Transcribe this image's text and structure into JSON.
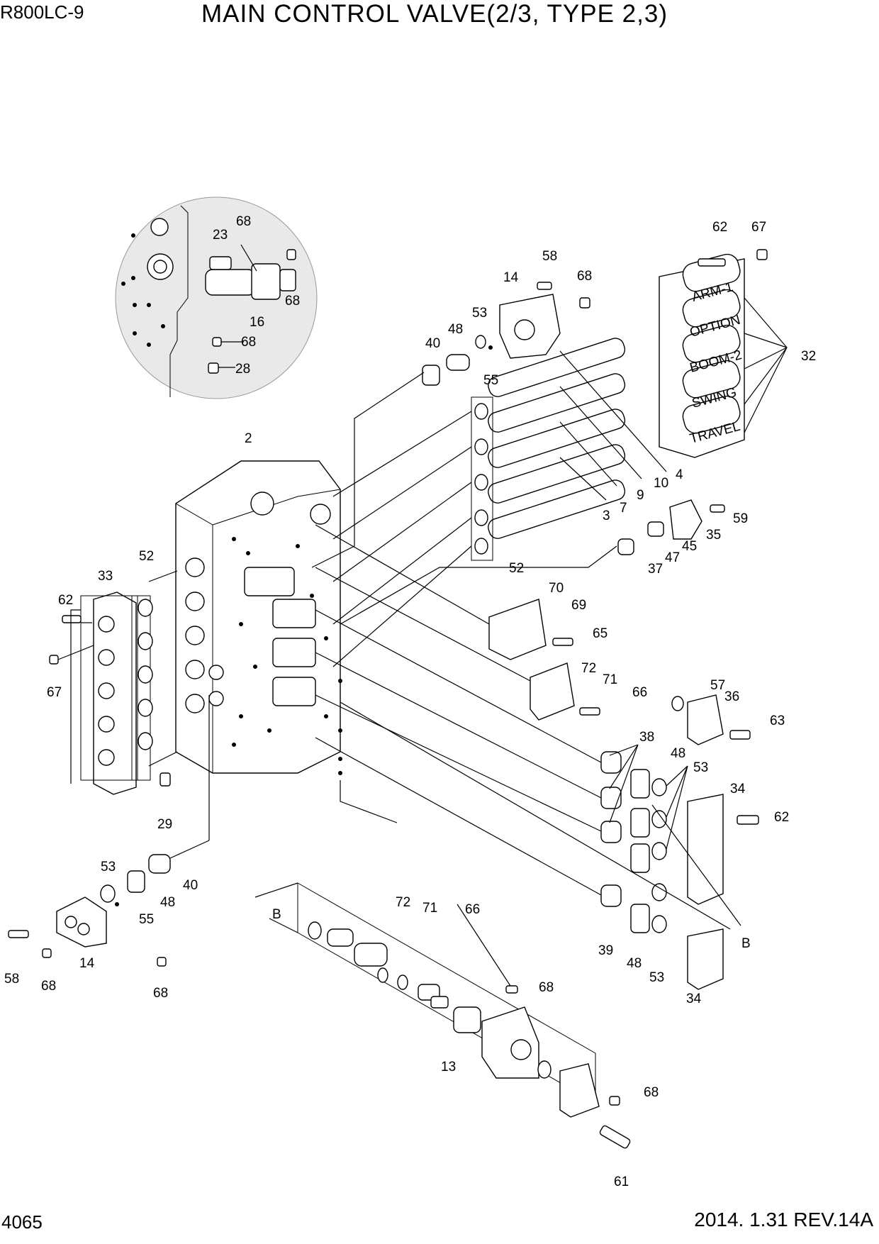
{
  "header": {
    "model": "R800LC-9",
    "title": "MAIN CONTROL VALVE(2/3, TYPE 2,3)"
  },
  "footer": {
    "page_number": "4065",
    "revision": "2014. 1.31  REV.14A"
  },
  "solenoid_labels": [
    "ARM-1",
    "OPTION",
    "BOOM-2",
    "SWING",
    "TRAVEL"
  ],
  "callouts": {
    "c68a": "68",
    "c23": "23",
    "c16": "16",
    "c68b": "68",
    "c68c": "68",
    "c28": "28",
    "c62a": "62",
    "c67a": "67",
    "c58a": "58",
    "c14a": "14",
    "c68d": "68",
    "c53a": "53",
    "c48a": "48",
    "c40a": "40",
    "c55a": "55",
    "c32": "32",
    "c2": "2",
    "c10": "10",
    "c4": "4",
    "c9": "9",
    "c7": "7",
    "c3": "3",
    "c59": "59",
    "c35": "35",
    "c45": "45",
    "c47": "47",
    "c37": "37",
    "c52a": "52",
    "c52b": "52",
    "c33": "33",
    "c62b": "62",
    "c67b": "67",
    "c70": "70",
    "c69": "69",
    "c65": "65",
    "c72a": "72",
    "c71a": "71",
    "c66a": "66",
    "c57": "57",
    "c36": "36",
    "c63": "63",
    "c38": "38",
    "c48b": "48",
    "c53b": "53",
    "c34a": "34",
    "c62c": "62",
    "c29": "29",
    "c53c": "53",
    "c40b": "40",
    "c48c": "48",
    "c55b": "55",
    "c72b": "72",
    "c71b": "71",
    "c66b": "66",
    "cBa": "B",
    "cBb": "B",
    "c39": "39",
    "c48d": "48",
    "c53d": "53",
    "c34b": "34",
    "c58b": "58",
    "c14b": "14",
    "c68e": "68",
    "c68f": "68",
    "c68g": "68",
    "c13": "13",
    "c68h": "68",
    "c61": "61"
  }
}
